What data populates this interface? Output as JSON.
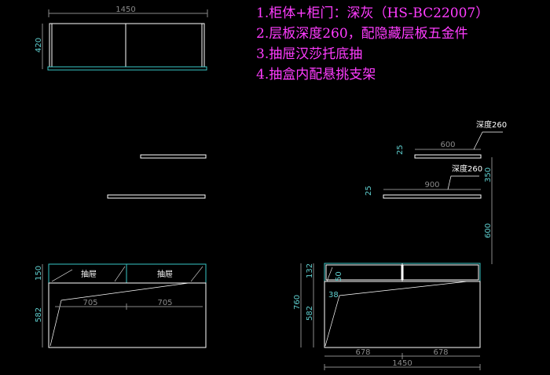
{
  "colors": {
    "background": "#000000",
    "outline": "#ffffff",
    "dimension": "#8a8a8a",
    "dimension_text": "#5fd0d0",
    "cyan_edge": "#39c6c6",
    "note_text": "#ff3cff",
    "label_text": "#ffffff"
  },
  "notes": [
    "1.柜体+柜门：深灰（HS-BC22007）",
    "2.层板深度260，配隐藏层板五金件",
    "3.抽屉汉莎托底抽",
    "4.抽盒内配悬挑支架"
  ],
  "top_cabinet": {
    "width_dim": "1450",
    "height_dim": "420"
  },
  "drawer_unit": {
    "height_dim_top": "150",
    "height_dim_bottom": "582",
    "drawer_label_left": "抽屉",
    "drawer_label_right": "抽屉",
    "width_left": "705",
    "width_right": "705"
  },
  "side_view": {
    "shelf_top_width": "600",
    "shelf_top_depth_note": "深度260",
    "shelf_top_thickness": "25",
    "shelf_bottom_width": "900",
    "shelf_bottom_depth_note": "深度260",
    "shelf_bottom_thickness": "25",
    "gap_vertical": "350",
    "height_below": "600"
  },
  "right_unit": {
    "height_total": "760",
    "height_top": "132",
    "height_bottom": "582",
    "inner_dim_a": "50",
    "inner_dim_b": "38",
    "width_left": "678",
    "width_right": "678",
    "total_width": "1450"
  }
}
